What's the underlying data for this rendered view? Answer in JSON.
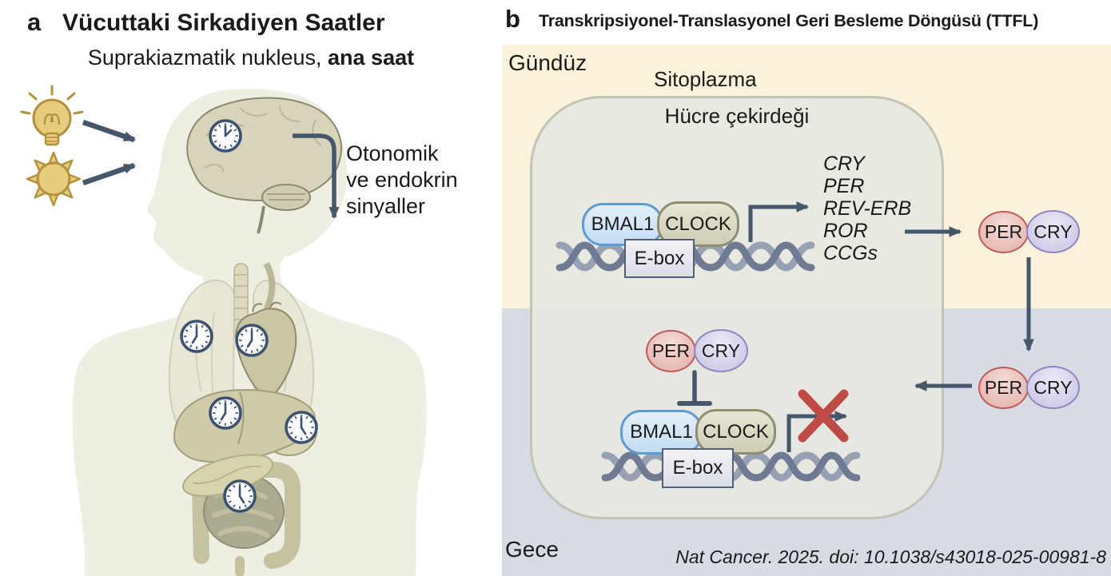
{
  "panel_a": {
    "label": "a",
    "title": "Vücuttaki Sirkadiyen Saatler",
    "subtitle_normal": "Suprakiazmatik nukleus, ",
    "subtitle_bold": "ana saat",
    "signal_lines": [
      "Otonomik",
      "ve endokrin",
      "sinyaller"
    ],
    "icons": {
      "light": "lightbulb-icon",
      "sun": "sun-icon",
      "clock": "clock-icon",
      "brain": "brain-with-clock",
      "body": "human-body-silhouette-with-organ-clocks"
    }
  },
  "panel_b": {
    "label": "b",
    "title": "Transkripsiyonel-Translasyonel Geri Besleme Döngüsü (TTFL)",
    "day_label": "Gündüz",
    "night_label": "Gece",
    "cytoplasm_label": "Sitoplazma",
    "nucleus_label": "Hücre çekirdeği",
    "molecules": {
      "bmal1": "BMAL1",
      "clock": "CLOCK",
      "ebox": "E-box",
      "per": "PER",
      "cry": "CRY"
    },
    "genes": [
      "CRY",
      "PER",
      "REV-ERB",
      "ROR",
      "CCGs"
    ],
    "citation": "Nat Cancer. 2025. doi: 10.1038/s43018-025-00981-8"
  },
  "colors": {
    "day_bg": "#faf2da",
    "night_bg": "#d7dbe4",
    "nucleus_fill": "#e7e8e0",
    "nucleus_border": "#c2c4b5",
    "bmal1_fill": "#cce0f4",
    "bmal1_border": "#5e9bd3",
    "clock_fill": "#d9d7c2",
    "clock_border": "#8f8e72",
    "ebox_fill": "#eceef4",
    "ebox_border": "#566074",
    "per_fill": "#eecac6",
    "per_border": "#bf5b57",
    "cry_fill": "#dad4ec",
    "cry_border": "#9187bf",
    "dna": "#8a93a8",
    "arrow": "#46566b",
    "inhibit_x": "#bf4b47",
    "gold": "#e7cb7e",
    "gold_border": "#b3923e",
    "body_silhouette": "#eeeee2",
    "text": "#1a1a1a"
  }
}
